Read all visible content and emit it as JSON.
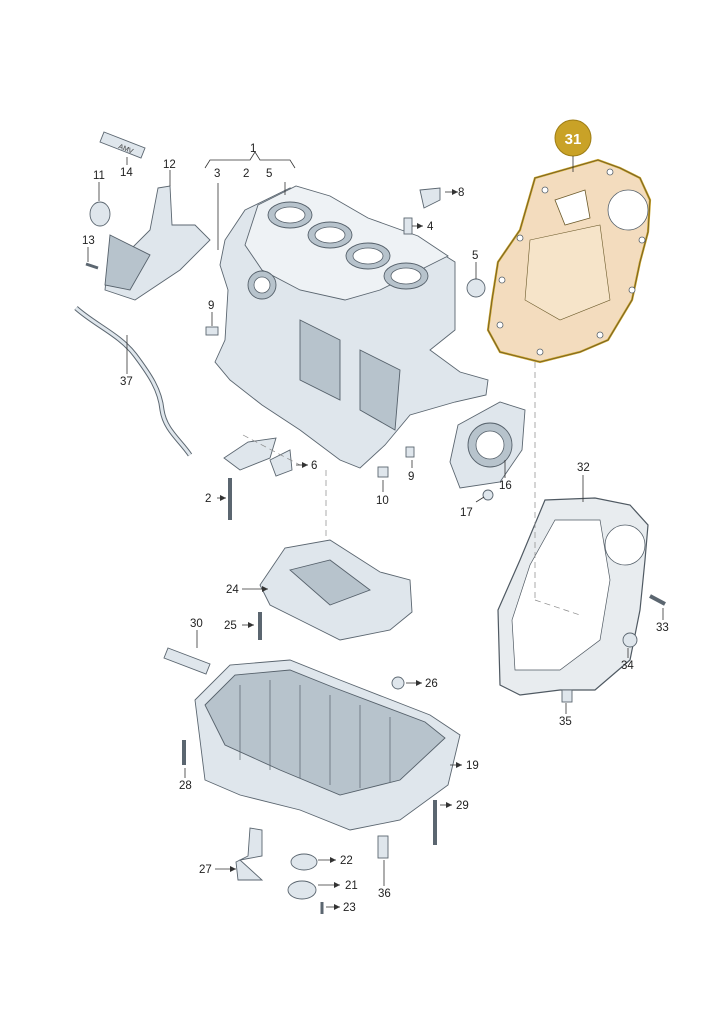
{
  "labels": {
    "n1": "1",
    "n2a": "2",
    "n3": "3",
    "n5a": "5",
    "n4": "4",
    "n5b": "5",
    "n6": "6",
    "n8": "8",
    "n9a": "9",
    "n9b": "9",
    "n10": "10",
    "n11": "11",
    "n12": "12",
    "n13": "13",
    "n14": "14",
    "n16": "16",
    "n17": "17",
    "n19": "19",
    "n2b": "2",
    "n21": "21",
    "n22": "22",
    "n23": "23",
    "n24": "24",
    "n25": "25",
    "n26": "26",
    "n27": "27",
    "n28": "28",
    "n29": "29",
    "n30": "30",
    "n32": "32",
    "n33": "33",
    "n34": "34",
    "n35": "35",
    "n36": "36",
    "n37": "37"
  },
  "highlight": {
    "label": "31",
    "color": "#c9a227",
    "fill": "#f3dcbe"
  },
  "tube_text": "AMV",
  "colors": {
    "part": "#dfe6ec",
    "outline": "#5b6670",
    "background": "#ffffff"
  }
}
